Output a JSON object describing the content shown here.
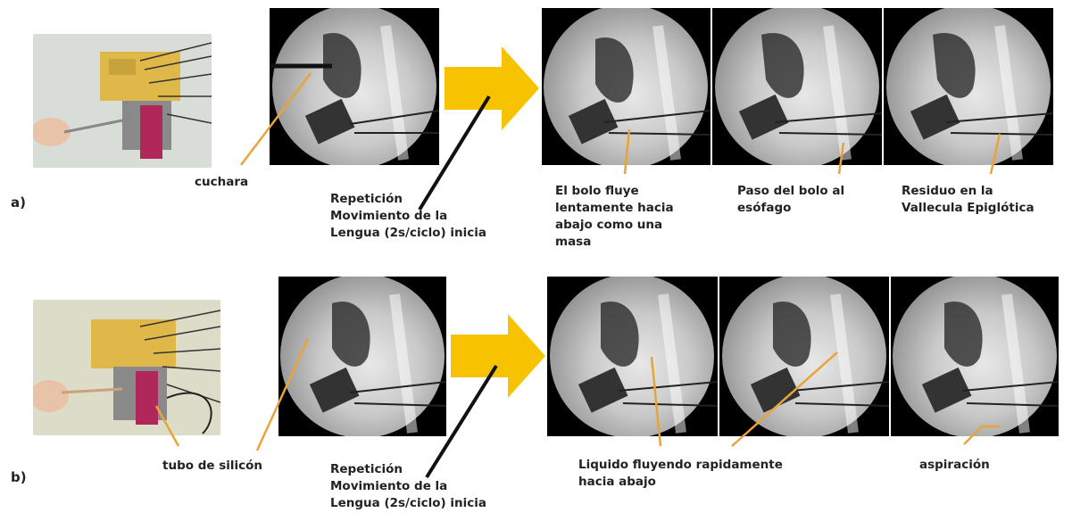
{
  "row_a": {
    "panel_label": "a)",
    "photo_label": "cuchara",
    "repeat_label": "Repetición\nMovimiento de la\nLengua (2s/ciclo) inicia",
    "captions": [
      "El bolo fluye\nlentamente hacia\nabajo como una\nmasa",
      "Paso del bolo al\nesófago",
      "Residuo en la\nVallecula Epiglótica"
    ]
  },
  "row_b": {
    "panel_label": "b)",
    "photo_label": "tubo de silicón",
    "repeat_label": "Repetición\nMovimiento de la\nLengua (2s/ciclo) inicia",
    "captions": [
      "Liquido fluyendo rapidamente\nhacia abajo",
      "aspiración"
    ]
  },
  "colors": {
    "arrow": "#f7c200",
    "pointer_orange": "#e8a33a",
    "pointer_black": "#111111"
  }
}
